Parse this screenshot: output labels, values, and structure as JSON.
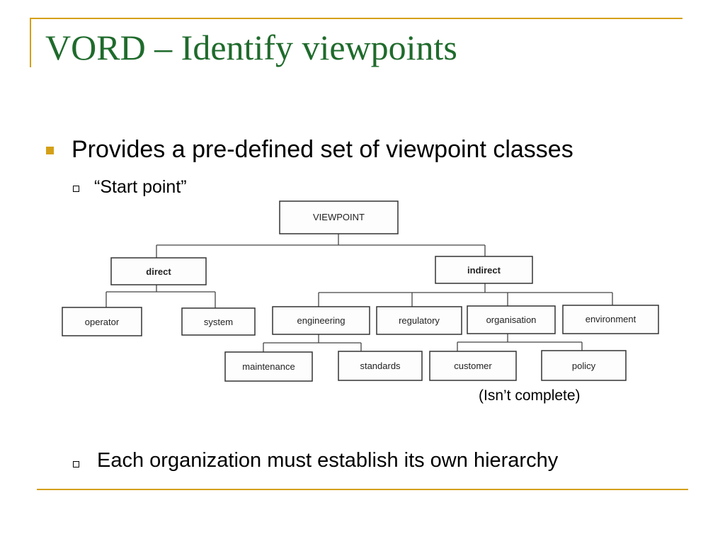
{
  "slide": {
    "title": "VORD – Identify viewpoints",
    "bullets": [
      {
        "text": "Provides a pre-defined set of viewpoint classes",
        "sub": [
          "“Start point”",
          "Each organization must establish its own hierarchy"
        ]
      }
    ],
    "note": "(Isn’t complete)"
  },
  "colors": {
    "title": "#1f6b2c",
    "accent": "#d4a017"
  },
  "hierarchy": {
    "root": "VIEWPOINT",
    "level1": [
      "direct",
      "indirect"
    ],
    "direct_children": [
      "operator",
      "system"
    ],
    "indirect_children": [
      "engineering",
      "regulatory",
      "organisation",
      "environment"
    ],
    "engineering_children": [
      "maintenance",
      "standards"
    ],
    "organisation_children": [
      "customer",
      "policy"
    ]
  }
}
